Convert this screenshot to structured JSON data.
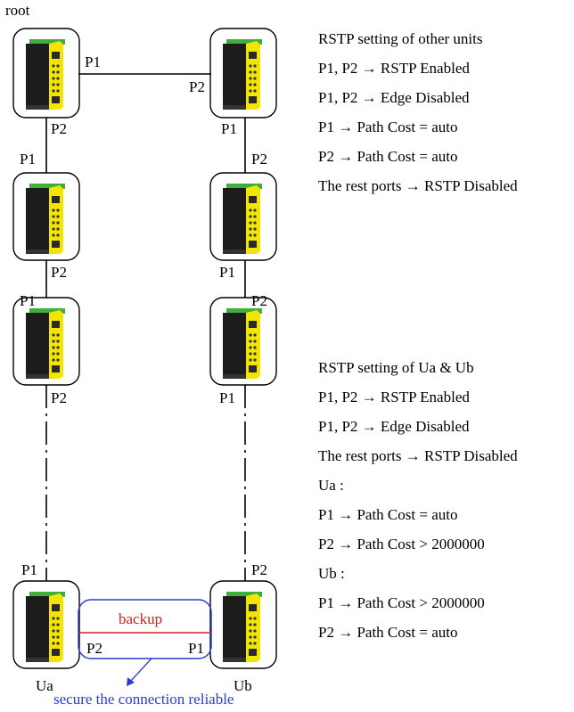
{
  "diagram": {
    "root_label": "root",
    "units": [
      {
        "id": "root",
        "top_port": "",
        "bottom_port": "P2",
        "side_port": "P1"
      },
      {
        "id": "top-right",
        "top_port": "",
        "bottom_port": "P1",
        "side_port": "P2"
      },
      {
        "id": "left-2",
        "top_port": "P1",
        "bottom_port": "P2"
      },
      {
        "id": "right-2",
        "top_port": "P2",
        "bottom_port": "P1"
      },
      {
        "id": "left-3",
        "top_port": "P1",
        "bottom_port": "P2"
      },
      {
        "id": "right-3",
        "top_port": "P2",
        "bottom_port": "P1"
      },
      {
        "id": "Ua",
        "top_port": "P1",
        "caption": "Ua"
      },
      {
        "id": "Ub",
        "top_port": "P2",
        "caption": "Ub"
      }
    ],
    "backup_box": {
      "label": "backup",
      "left_port": "P2",
      "right_port": "P1"
    },
    "secure_note": "secure the connection reliable",
    "colors": {
      "line": "#000000",
      "backup_red": "#d32020",
      "blue": "#2a3bd6",
      "device_body": "#1c1c1c",
      "device_panel": "#f2e600",
      "device_top": "#3fae3a"
    }
  },
  "notes_other": {
    "lines": [
      "RSTP setting of other units",
      "P1, P2 → RSTP Enabled",
      "P1, P2 → Edge Disabled",
      "P1 → Path Cost = auto",
      "P2 → Path Cost = auto",
      "The rest ports → RSTP Disabled"
    ]
  },
  "notes_uaub": {
    "lines": [
      "RSTP setting of Ua & Ub",
      "P1, P2 → RSTP Enabled",
      "P1, P2 → Edge Disabled",
      "The rest ports → RSTP Disabled",
      "Ua :",
      "P1 → Path Cost = auto",
      "P2 → Path Cost > 2000000",
      "Ub :",
      "P1 → Path Cost > 2000000",
      "P2 → Path Cost = auto"
    ]
  }
}
